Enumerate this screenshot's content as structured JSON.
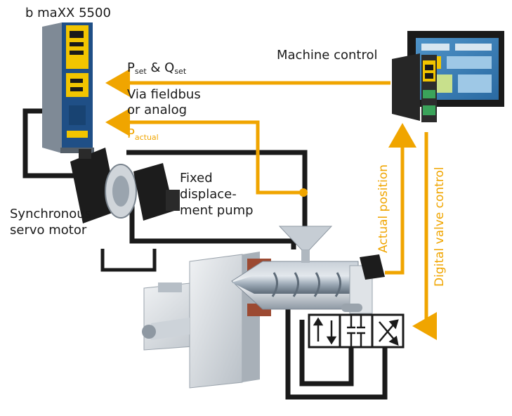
{
  "drive_label": "b maXX 5500",
  "machine_control_label": "Machine control",
  "setpoint": {
    "p": "P",
    "p_sub": "set",
    "amp": " & ",
    "q": "Q",
    "q_sub": "set"
  },
  "fieldbus_line1": "Via fieldbus",
  "fieldbus_line2": "or analog",
  "actual": {
    "p": "P",
    "p_sub": "actual"
  },
  "pump_line1": "Fixed",
  "pump_line2": "displace-",
  "pump_line3": "ment pump",
  "motor_line1": "Synchronous",
  "motor_line2": "servo motor",
  "actual_position_label": "Actual position",
  "digital_valve_label": "Digital valve control",
  "colors": {
    "signal": "#f0a500",
    "hydraulic": "#1a1a1a",
    "drive_blue": "#1f4f86",
    "drive_yellow": "#f2c500"
  }
}
